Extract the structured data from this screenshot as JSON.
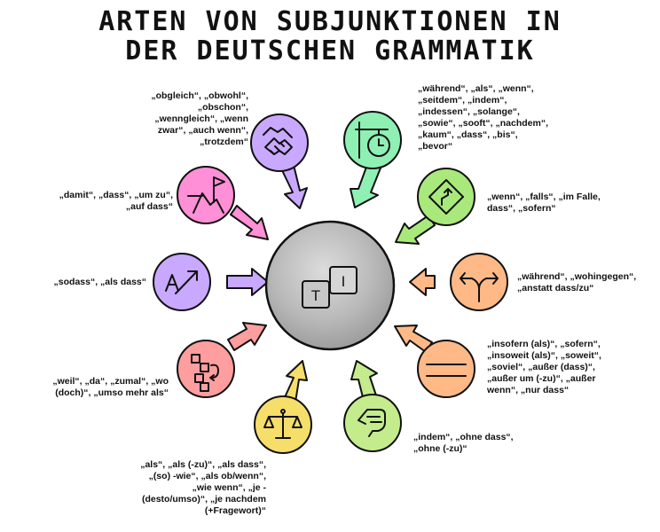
{
  "title": {
    "line1": "ARTEN VON SUBJUNKTIONEN IN",
    "line2": "DER DEUTSCHEN GRAMMATIK"
  },
  "center": {
    "letter_left": "T",
    "letter_right": "I"
  },
  "categories": [
    {
      "id": "konzessiv",
      "icon": "handshake-icon",
      "color": "#c9a8ff",
      "text": "„obgleich“, „obwohl“,\n„obschon“,\n„wenngleich“, „wenn\nzwar“, „auch wenn“,\n„trotzdem“"
    },
    {
      "id": "temporal",
      "icon": "clock-icon",
      "color": "#8ff0b4",
      "text": "„während“, „als“, „wenn“,\n„seitdem“, „indem“,\n„indessen“, „solange“,\n„sowie“, „sooft“, „nachdem“,\n„kaum“, „dass“, „bis“,\n„bevor“"
    },
    {
      "id": "final",
      "icon": "flag-icon",
      "color": "#ff8fd6",
      "text": "„damit“, „dass“, „um zu“,\n„auf dass“"
    },
    {
      "id": "konditional",
      "icon": "road-sign-icon",
      "color": "#a9e97c",
      "text": "„wenn“, „falls“, „im Falle,\ndass“, „sofern“"
    },
    {
      "id": "konsekutiv",
      "icon": "arrow-icon",
      "color": "#c9a8ff",
      "text": "„sodass“, „als dass“"
    },
    {
      "id": "adversativ",
      "icon": "fork-arrow-icon",
      "color": "#ffb987",
      "text": "„während“, „wohingegen“,\n„anstatt dass/zu“"
    },
    {
      "id": "kausal",
      "icon": "flowchart-icon",
      "color": "#ff9e9e",
      "text": "„weil“, „da“, „zumal“, „wo\n(doch)“, „umso mehr als“"
    },
    {
      "id": "restriktiv",
      "icon": "equals-icon",
      "color": "#ffb987",
      "text": "„insofern (als)“, „sofern“,\n„insoweit (als)“, „soweit“,\n„soviel“, „außer (dass)“,\n„außer um (-zu)“, „außer\nwenn“, „nur dass“"
    },
    {
      "id": "komparativ",
      "icon": "scales-icon",
      "color": "#f6de6b",
      "text": "„als“, „als (-zu)“, „als dass“,\n„(so) -wie“, „als ob/wenn“,\n„wie wenn“, „je -\n(desto/umso)“, „je nachdem\n(+Fragewort)“"
    },
    {
      "id": "modal",
      "icon": "fist-icon",
      "color": "#c4ec8c",
      "text": "„indem“, „ohne dass“,\n„ohne (-zu)“"
    }
  ]
}
